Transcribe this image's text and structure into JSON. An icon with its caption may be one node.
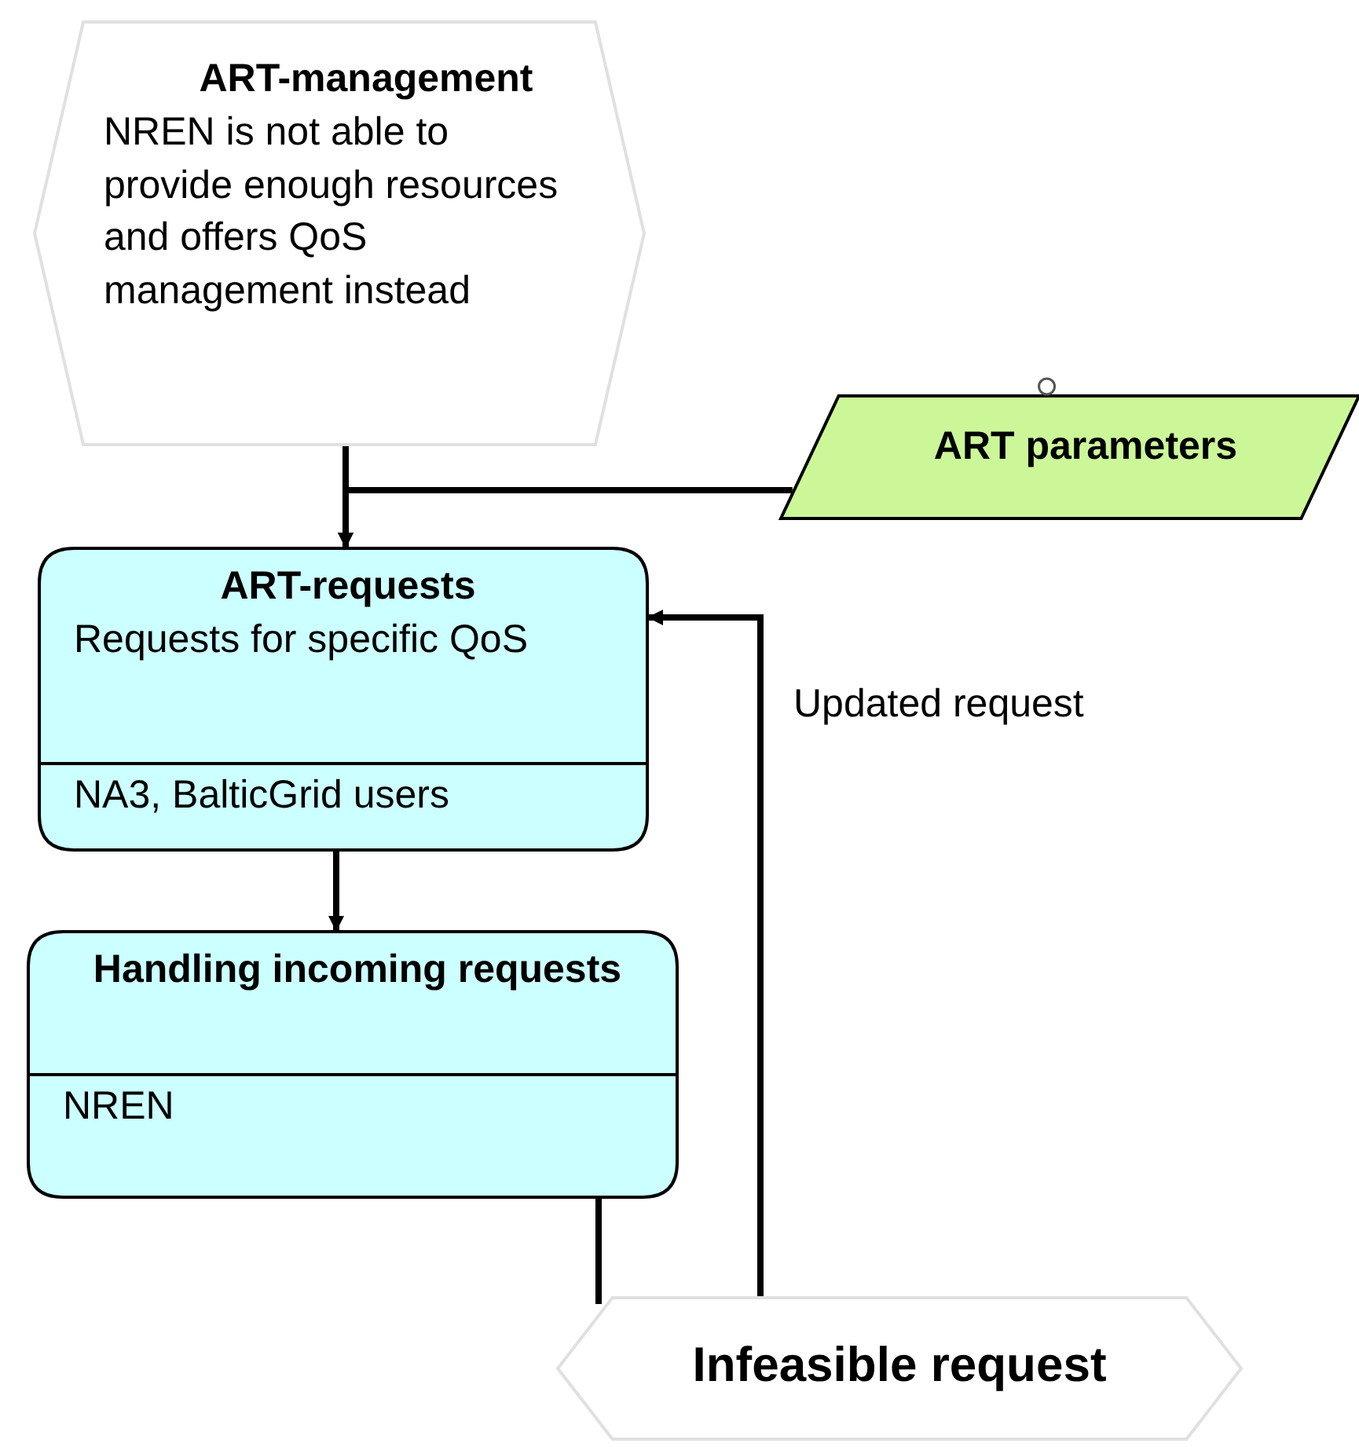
{
  "diagram": {
    "nodes": [
      {
        "text": [
          "ART-management",
          "NREN is not able to provide enough resources and offers QoS management instead"
        ]
      },
      {
        "text": [
          "ART parameters"
        ]
      },
      {
        "text": [
          "ART-requests",
          "Requests for specific QoS",
          "NA3, BalticGrid users"
        ]
      },
      {
        "text": [
          "Handling incoming requests",
          "NREN"
        ]
      },
      {
        "text": [
          "Infeasible request"
        ]
      }
    ],
    "edges": [
      {
        "from": 0,
        "to": 2,
        "arrow": "to"
      },
      {
        "from": 1,
        "to": 2,
        "arrow": "to"
      },
      {
        "from": 2,
        "to": 3,
        "arrow": "to"
      },
      {
        "from": 3,
        "to": 4,
        "arrow": "none"
      },
      {
        "from": 4,
        "to": 2,
        "arrow": "to",
        "label": "Updated request"
      }
    ]
  }
}
